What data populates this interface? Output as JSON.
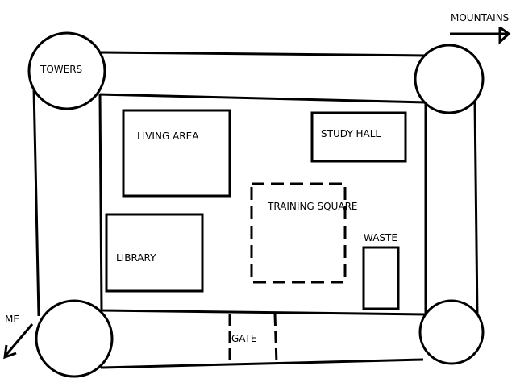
{
  "labels": {
    "towers": "TOWERS",
    "mountains": "MOUNTAINS",
    "living_area": "LIVING AREA",
    "study_hall": "STUDY HALL",
    "training_square": "TRAINING SQUARE",
    "waste": "WASTE",
    "library": "LIBRARY",
    "gate": "GATE",
    "me": "ME"
  },
  "colors": {
    "stroke": "#000000",
    "background": "#ffffff"
  }
}
